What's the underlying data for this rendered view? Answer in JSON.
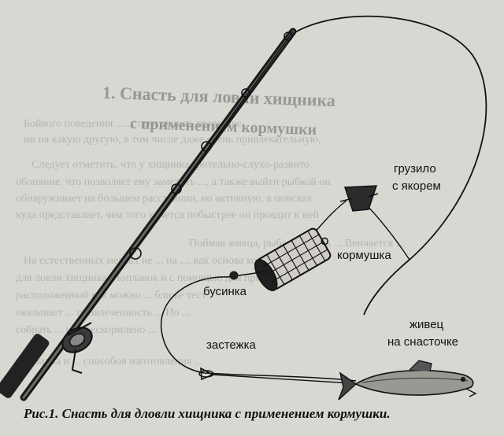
{
  "background": {
    "heading_1": "1. Снасть для ловли хищника",
    "heading_2": "с применением кормушки",
    "paragraph_lines": [
      "Бойкого поведения ....... прослушать применяе-",
      "ии на какую другую, в том числе даже очень привлекательную,",
      "Следует отметить, что у хищника зрительно-слухо-развито",
      "обоняние, что позволяет ему заметить ..., а также выйти рыбкой он",
      "обнаруживает на большем расстоянии, но активную, в поисках",
      "куда представляет, чем того хочется побыстрее он провдит к ней",
      "Поймав живца, рыба ... вглубь ... Венчается ...",
      "На естественных местах не ... на ..., как основа кормушкой",
      "для ловли хищника. Поплавок и с помощью для приманки,",
      "расположенной как можно ... ближе тест",
      "оказывает ... привлеченность ... Но ...",
      "собрать ... и ... бескормлено ...",
      "приманка и ... способов изготовления ..."
    ]
  },
  "labels": {
    "sinker": [
      "грузило",
      "с якорем"
    ],
    "feeder": "кормушка",
    "bead": "бусинка",
    "clasp": "застежка",
    "livebait": [
      "живец",
      "на снасточке"
    ]
  },
  "caption": "Рис.1. Снасть для дловли хищника с применением кормушки.",
  "colors": {
    "ink": "#111111",
    "paper": "#d9d7d2",
    "rod": "#2a2a2a"
  }
}
